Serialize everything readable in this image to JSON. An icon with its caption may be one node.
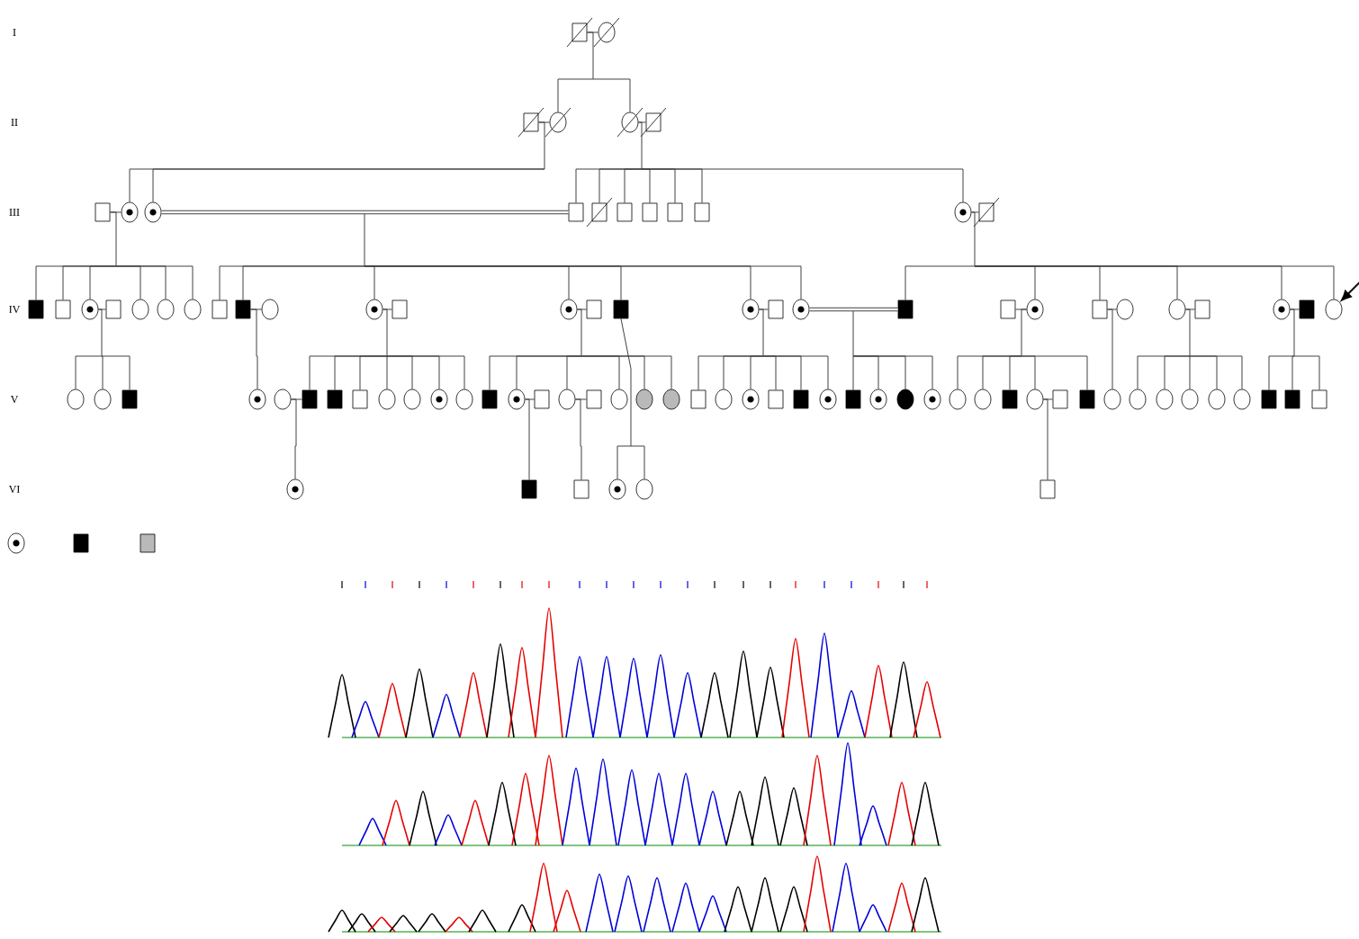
{
  "diagram": {
    "nodes": [
      {
        "text": [],
        "shape": "box"
      },
      {
        "text": [],
        "shape": "circle"
      },
      {
        "text": [],
        "shape": "box"
      },
      {
        "text": [],
        "shape": "circle"
      },
      {
        "text": [],
        "shape": "circle"
      },
      {
        "text": [],
        "shape": "box"
      },
      {
        "text": [],
        "shape": "box"
      },
      {
        "text": [],
        "shape": "circle"
      },
      {
        "text": [],
        "shape": "circle"
      },
      {
        "text": [],
        "shape": "box"
      },
      {
        "text": [],
        "shape": "box"
      },
      {
        "text": [],
        "shape": "box"
      },
      {
        "text": [],
        "shape": "box"
      },
      {
        "text": [],
        "shape": "box"
      },
      {
        "text": [],
        "shape": "box"
      },
      {
        "text": [],
        "shape": "circle"
      },
      {
        "text": [],
        "shape": "box"
      },
      {
        "text": [],
        "shape": "box"
      },
      {
        "text": [],
        "shape": "box"
      },
      {
        "text": [],
        "shape": "circle"
      },
      {
        "text": [],
        "shape": "box"
      },
      {
        "text": [],
        "shape": "circle"
      },
      {
        "text": [],
        "shape": "circle"
      },
      {
        "text": [],
        "shape": "circle"
      },
      {
        "text": [],
        "shape": "box"
      },
      {
        "text": [],
        "shape": "box"
      },
      {
        "text": [],
        "shape": "circle"
      },
      {
        "text": [],
        "shape": "circle"
      },
      {
        "text": [],
        "shape": "box"
      },
      {
        "text": [],
        "shape": "circle"
      },
      {
        "text": [],
        "shape": "box"
      },
      {
        "text": [],
        "shape": "box"
      },
      {
        "text": [],
        "shape": "circle"
      },
      {
        "text": [],
        "shape": "box"
      },
      {
        "text": [],
        "shape": "circle"
      },
      {
        "text": [],
        "shape": "box"
      },
      {
        "text": [],
        "shape": "box"
      },
      {
        "text": [],
        "shape": "circle"
      },
      {
        "text": [],
        "shape": "box"
      },
      {
        "text": [],
        "shape": "circle"
      },
      {
        "text": [],
        "shape": "circle"
      },
      {
        "text": [],
        "shape": "box"
      },
      {
        "text": [],
        "shape": "circle"
      },
      {
        "text": [],
        "shape": "box"
      },
      {
        "text": [],
        "shape": "circle"
      },
      {
        "text": [],
        "shape": "circle"
      },
      {
        "text": [],
        "shape": "circle"
      },
      {
        "text": [],
        "shape": "box"
      },
      {
        "text": [],
        "shape": "circle"
      },
      {
        "text": [],
        "shape": "circle"
      },
      {
        "text": [],
        "shape": "box"
      },
      {
        "text": [],
        "shape": "box"
      },
      {
        "text": [],
        "shape": "box"
      },
      {
        "text": [],
        "shape": "circle"
      },
      {
        "text": [],
        "shape": "circle"
      },
      {
        "text": [],
        "shape": "circle"
      },
      {
        "text": [],
        "shape": "circle"
      },
      {
        "text": [],
        "shape": "box"
      },
      {
        "text": [],
        "shape": "circle"
      },
      {
        "text": [],
        "shape": "box"
      },
      {
        "text": [],
        "shape": "circle"
      },
      {
        "text": [],
        "shape": "box"
      },
      {
        "text": [],
        "shape": "circle"
      },
      {
        "text": [],
        "shape": "circle"
      },
      {
        "text": [],
        "shape": "circle"
      },
      {
        "text": [],
        "shape": "box"
      },
      {
        "text": [],
        "shape": "circle"
      },
      {
        "text": [],
        "shape": "circle"
      },
      {
        "text": [],
        "shape": "box"
      },
      {
        "text": [],
        "shape": "box"
      },
      {
        "text": [],
        "shape": "circle"
      },
      {
        "text": [],
        "shape": "box"
      },
      {
        "text": [],
        "shape": "circle"
      },
      {
        "text": [],
        "shape": "circle"
      },
      {
        "text": [],
        "shape": "circle"
      },
      {
        "text": [],
        "shape": "circle"
      },
      {
        "text": [],
        "shape": "circle"
      },
      {
        "text": [],
        "shape": "box"
      },
      {
        "text": [],
        "shape": "circle"
      },
      {
        "text": [],
        "shape": "box"
      },
      {
        "text": [],
        "shape": "box"
      },
      {
        "text": [],
        "shape": "circle"
      },
      {
        "text": [],
        "shape": "circle"
      },
      {
        "text": [],
        "shape": "circle"
      },
      {
        "text": [],
        "shape": "circle"
      },
      {
        "text": [],
        "shape": "circle"
      },
      {
        "text": [],
        "shape": "circle"
      },
      {
        "text": [],
        "shape": "box"
      },
      {
        "text": [],
        "shape": "box"
      },
      {
        "text": [],
        "shape": "box"
      },
      {
        "text": [],
        "shape": "circle"
      },
      {
        "text": [],
        "shape": "box"
      },
      {
        "text": [],
        "shape": "box"
      },
      {
        "text": [],
        "shape": "circle"
      },
      {
        "text": [],
        "shape": "circle"
      },
      {
        "text": [],
        "shape": "box"
      }
    ],
    "edges": [
      {
        "from": 0,
        "to": 1,
        "arrow": "none"
      },
      {
        "from": 2,
        "to": 3,
        "arrow": "none"
      },
      {
        "from": 4,
        "to": 5,
        "arrow": "none"
      },
      {
        "from": 6,
        "to": 7,
        "arrow": "none"
      },
      {
        "from": 8,
        "to": 9,
        "arrow": "none",
        "style": "thick"
      },
      {
        "from": 15,
        "to": 16,
        "arrow": "none"
      },
      {
        "from": 19,
        "to": 20,
        "arrow": "none"
      },
      {
        "from": 25,
        "to": 26,
        "arrow": "none"
      },
      {
        "from": 27,
        "to": 28,
        "arrow": "none"
      },
      {
        "from": 29,
        "to": 30,
        "arrow": "none"
      },
      {
        "from": 32,
        "to": 33,
        "arrow": "none"
      },
      {
        "from": 34,
        "to": 35,
        "arrow": "none",
        "style": "thick"
      },
      {
        "from": 36,
        "to": 37,
        "arrow": "none"
      },
      {
        "from": 38,
        "to": 39,
        "arrow": "none"
      },
      {
        "from": 40,
        "to": 41,
        "arrow": "none"
      },
      {
        "from": 42,
        "to": 43,
        "arrow": "none"
      },
      {
        "from": 49,
        "to": 50,
        "arrow": "none"
      },
      {
        "from": 58,
        "to": 59,
        "arrow": "none"
      },
      {
        "from": 60,
        "to": 61,
        "arrow": "none"
      },
      {
        "from": 78,
        "to": 79,
        "arrow": "none"
      },
      {
        "from": 0,
        "to": 3,
        "arrow": "none"
      },
      {
        "from": 0,
        "to": 4,
        "arrow": "none"
      },
      {
        "from": 2,
        "to": 7,
        "arrow": "none"
      },
      {
        "from": 2,
        "to": 8,
        "arrow": "none"
      },
      {
        "from": 4,
        "to": 9,
        "arrow": "none"
      },
      {
        "from": 4,
        "to": 10,
        "arrow": "none"
      },
      {
        "from": 4,
        "to": 11,
        "arrow": "none"
      },
      {
        "from": 4,
        "to": 12,
        "arrow": "none"
      },
      {
        "from": 4,
        "to": 13,
        "arrow": "none"
      },
      {
        "from": 4,
        "to": 14,
        "arrow": "none"
      },
      {
        "from": 4,
        "to": 15,
        "arrow": "none"
      },
      {
        "from": 6,
        "to": 17,
        "arrow": "none"
      },
      {
        "from": 6,
        "to": 18,
        "arrow": "none"
      },
      {
        "from": 6,
        "to": 19,
        "arrow": "none"
      },
      {
        "from": 6,
        "to": 21,
        "arrow": "none"
      },
      {
        "from": 6,
        "to": 22,
        "arrow": "none"
      },
      {
        "from": 6,
        "to": 23,
        "arrow": "none"
      },
      {
        "from": 8,
        "to": 24,
        "arrow": "none"
      },
      {
        "from": 8,
        "to": 25,
        "arrow": "none"
      },
      {
        "from": 8,
        "to": 27,
        "arrow": "none"
      },
      {
        "from": 8,
        "to": 29,
        "arrow": "none"
      },
      {
        "from": 8,
        "to": 31,
        "arrow": "none"
      },
      {
        "from": 8,
        "to": 32,
        "arrow": "none"
      },
      {
        "from": 8,
        "to": 34,
        "arrow": "none"
      },
      {
        "from": 15,
        "to": 35,
        "arrow": "none"
      },
      {
        "from": 15,
        "to": 37,
        "arrow": "none"
      },
      {
        "from": 15,
        "to": 38,
        "arrow": "none"
      },
      {
        "from": 15,
        "to": 40,
        "arrow": "none"
      },
      {
        "from": 15,
        "to": 42,
        "arrow": "none"
      },
      {
        "from": 15,
        "to": 44,
        "arrow": "none"
      },
      {
        "from": 19,
        "to": 45,
        "arrow": "none"
      },
      {
        "from": 19,
        "to": 46,
        "arrow": "none"
      },
      {
        "from": 19,
        "to": 47,
        "arrow": "none"
      },
      {
        "from": 25,
        "to": 48,
        "arrow": "none"
      },
      {
        "from": 27,
        "to": 50,
        "arrow": "none"
      },
      {
        "from": 27,
        "to": 51,
        "arrow": "none"
      },
      {
        "from": 27,
        "to": 52,
        "arrow": "none"
      },
      {
        "from": 27,
        "to": 53,
        "arrow": "none"
      },
      {
        "from": 27,
        "to": 54,
        "arrow": "none"
      },
      {
        "from": 27,
        "to": 55,
        "arrow": "none"
      },
      {
        "from": 27,
        "to": 56,
        "arrow": "none"
      },
      {
        "from": 29,
        "to": 57,
        "arrow": "none"
      },
      {
        "from": 29,
        "to": 58,
        "arrow": "none"
      },
      {
        "from": 29,
        "to": 60,
        "arrow": "none"
      },
      {
        "from": 29,
        "to": 62,
        "arrow": "none"
      },
      {
        "from": 29,
        "to": 63,
        "arrow": "none"
      },
      {
        "from": 29,
        "to": 64,
        "arrow": "none"
      },
      {
        "from": 32,
        "to": 65,
        "arrow": "none"
      },
      {
        "from": 32,
        "to": 66,
        "arrow": "none"
      },
      {
        "from": 32,
        "to": 67,
        "arrow": "none"
      },
      {
        "from": 32,
        "to": 68,
        "arrow": "none"
      },
      {
        "from": 32,
        "to": 69,
        "arrow": "none"
      },
      {
        "from": 32,
        "to": 70,
        "arrow": "none"
      },
      {
        "from": 34,
        "to": 71,
        "arrow": "none"
      },
      {
        "from": 34,
        "to": 72,
        "arrow": "none"
      },
      {
        "from": 34,
        "to": 73,
        "arrow": "none"
      },
      {
        "from": 34,
        "to": 74,
        "arrow": "none"
      },
      {
        "from": 37,
        "to": 75,
        "arrow": "none"
      },
      {
        "from": 37,
        "to": 76,
        "arrow": "none"
      },
      {
        "from": 37,
        "to": 77,
        "arrow": "none"
      },
      {
        "from": 37,
        "to": 78,
        "arrow": "none"
      },
      {
        "from": 37,
        "to": 80,
        "arrow": "none"
      },
      {
        "from": 38,
        "to": 81,
        "arrow": "none"
      },
      {
        "from": 40,
        "to": 82,
        "arrow": "none"
      },
      {
        "from": 40,
        "to": 83,
        "arrow": "none"
      },
      {
        "from": 40,
        "to": 84,
        "arrow": "none"
      },
      {
        "from": 40,
        "to": 85,
        "arrow": "none"
      },
      {
        "from": 40,
        "to": 86,
        "arrow": "none"
      },
      {
        "from": 42,
        "to": 87,
        "arrow": "none"
      },
      {
        "from": 42,
        "to": 88,
        "arrow": "none"
      },
      {
        "from": 42,
        "to": 89,
        "arrow": "none"
      },
      {
        "from": 49,
        "to": 90,
        "arrow": "none"
      },
      {
        "from": 58,
        "to": 91,
        "arrow": "none"
      },
      {
        "from": 60,
        "to": 92,
        "arrow": "none"
      },
      {
        "from": 31,
        "to": 93,
        "arrow": "none"
      },
      {
        "from": 31,
        "to": 94,
        "arrow": "none"
      },
      {
        "from": 78,
        "to": 95,
        "arrow": "none"
      },
      {
        "from": null,
        "to": 44,
        "arrow": "to"
      }
    ],
    "labels": [
      "I",
      "II",
      "III",
      "IV",
      "V",
      "VI"
    ]
  }
}
